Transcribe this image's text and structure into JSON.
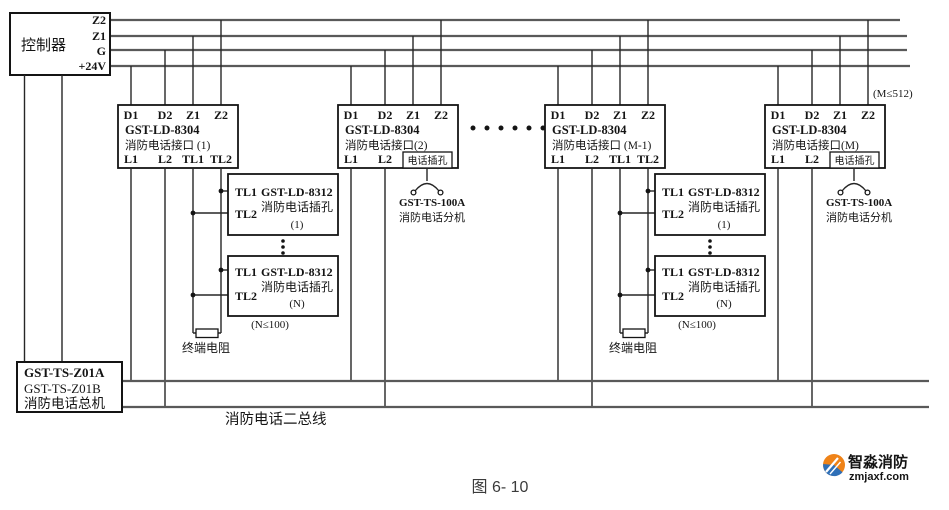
{
  "colors": {
    "bus_line": "#595959",
    "wire": "#262626",
    "box_border": "#141414",
    "text": "#141414",
    "caption": "#3b3b3b",
    "brand_orange": "#ef8318",
    "brand_blue": "#2e6fb7",
    "brand_red": "#8d2f0b"
  },
  "controller": {
    "label": "控制器",
    "terminals": [
      "Z2",
      "Z1",
      "G",
      "+24V"
    ]
  },
  "limits": {
    "m": "(M≤512)",
    "n": "(N≤100)"
  },
  "interfaces": [
    {
      "model": "GST-LD-8304",
      "name": "消防电话接口 (1)",
      "top": [
        "D1",
        "D2",
        "Z1",
        "Z2"
      ],
      "bottom": [
        "L1",
        "L2",
        "TL1",
        "TL2"
      ]
    },
    {
      "model": "GST-LD-8304",
      "name": "消防电话接口(2)",
      "top": [
        "D1",
        "D2",
        "Z1",
        "Z2"
      ],
      "bottom": [
        "L1",
        "L2"
      ],
      "jack": "电话插孔"
    },
    {
      "model": "GST-LD-8304",
      "name": "消防电话接口 (M-1)",
      "top": [
        "D1",
        "D2",
        "Z1",
        "Z2"
      ],
      "bottom": [
        "L1",
        "L2",
        "TL1",
        "TL2"
      ]
    },
    {
      "model": "GST-LD-8304",
      "name": "消防电话接口(M)",
      "top": [
        "D1",
        "D2",
        "Z1",
        "Z2"
      ],
      "bottom": [
        "L1",
        "L2"
      ],
      "jack": "电话插孔"
    }
  ],
  "jack_unit": {
    "model": "GST-LD-8312",
    "name": "消防电话插孔",
    "tl1": "TL1",
    "tl2": "TL2",
    "first": "(1)",
    "last": "(N)"
  },
  "extension": {
    "model": "GST-TS-100A",
    "name": "消防电话分机"
  },
  "resistor_label": "终端电阻",
  "main_unit": {
    "line1": "GST-TS-Z01A",
    "line2": "GST-TS-Z01B",
    "line3": "消防电话总机"
  },
  "bus_label": "消防电话二总线",
  "caption": "图 6- 10",
  "brand": {
    "name": "智淼消防",
    "site": "zmjaxf.com"
  }
}
